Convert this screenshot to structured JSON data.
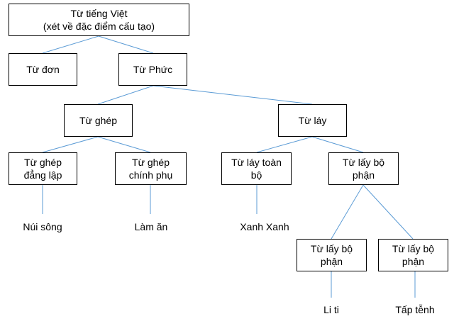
{
  "diagram": {
    "line_color": "#5b9bd5",
    "box_border_color": "#000000",
    "nodes": {
      "root": "Từ tiếng Việt\n(xét về đặc điểm cấu tạo)",
      "tu_don": "Từ đơn",
      "tu_phuc": "Từ Phức",
      "tu_ghep": "Từ ghép",
      "tu_lay": "Từ láy",
      "tu_ghep_dang_lap": "Từ ghép\nđẳng lập",
      "tu_ghep_chinh_phu": "Từ ghép\nchính phụ",
      "tu_lay_toan_bo": "Từ láy toàn\nbộ",
      "tu_lay_bo_phan": "Từ lấy bộ\nphận",
      "tu_lay_bo_phan_1": "Từ lấy bộ\nphận",
      "tu_lay_bo_phan_2": "Từ lấy bộ\nphận"
    },
    "examples": {
      "nui_song": "Núi sông",
      "lam_an": "Làm ăn",
      "xanh_xanh": "Xanh Xanh",
      "li_ti": "Li ti",
      "tap_tenh": "Tấp tễnh"
    }
  }
}
